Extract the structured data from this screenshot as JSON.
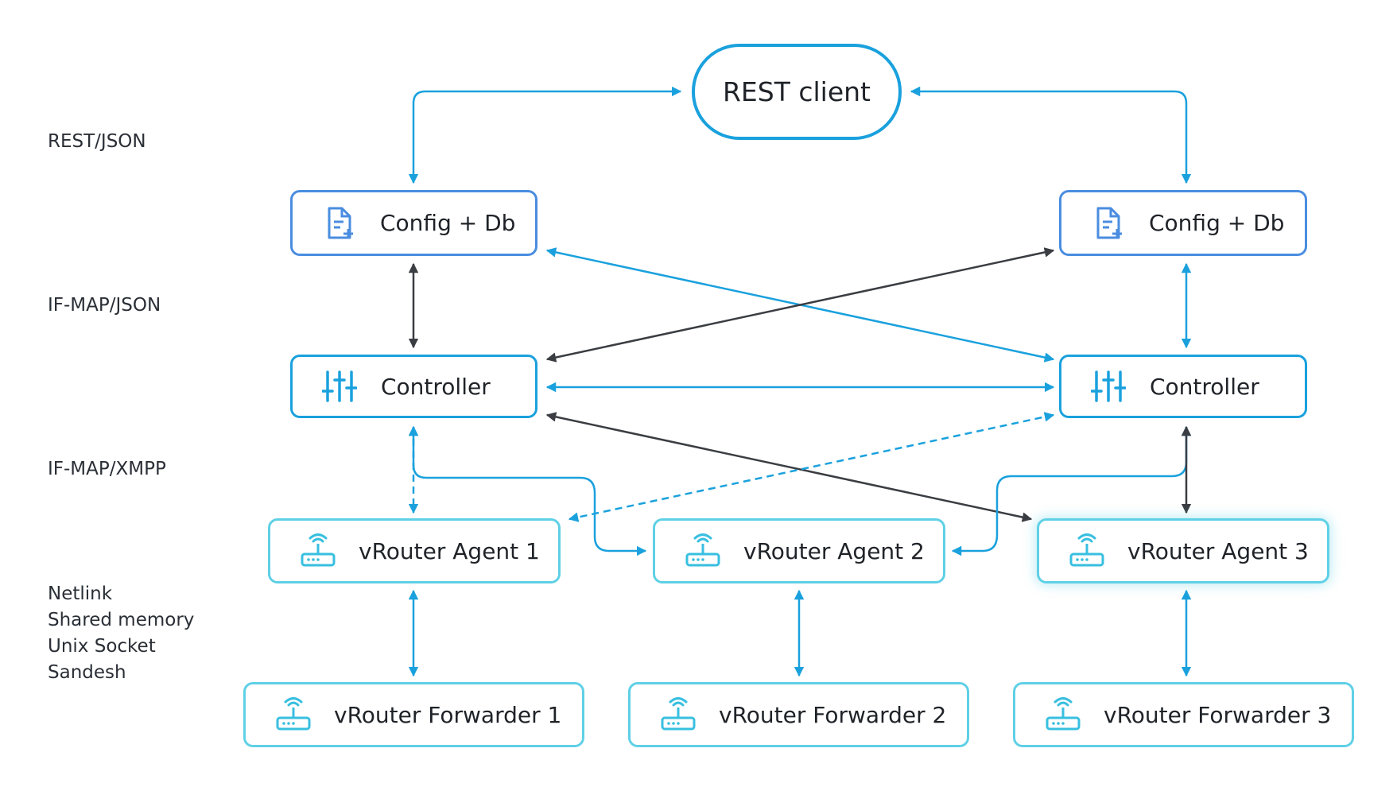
{
  "rest_client": {
    "label": "REST client"
  },
  "protocols": {
    "rest_json": "REST/JSON",
    "ifmap_json": "IF-MAP/JSON",
    "ifmap_xmpp": "IF-MAP/XMPP",
    "lower": [
      "Netlink",
      "Shared memory",
      "Unix Socket",
      "Sandesh"
    ]
  },
  "config_nodes": [
    {
      "label": "Config + Db",
      "icon": "document-plus-icon"
    },
    {
      "label": "Config + Db",
      "icon": "document-plus-icon"
    }
  ],
  "controllers": [
    {
      "label": "Controller",
      "icon": "sliders-icon"
    },
    {
      "label": "Controller",
      "icon": "sliders-icon"
    }
  ],
  "agents": [
    {
      "label": "vRouter Agent 1",
      "icon": "router-icon"
    },
    {
      "label": "vRouter Agent 2",
      "icon": "router-icon"
    },
    {
      "label": "vRouter Agent 3",
      "icon": "router-icon"
    }
  ],
  "forwarders": [
    {
      "label": "vRouter Forwarder 1",
      "icon": "router-icon"
    },
    {
      "label": "vRouter Forwarder 2",
      "icon": "router-icon"
    },
    {
      "label": "vRouter Forwarder 3",
      "icon": "router-icon"
    }
  ],
  "colors": {
    "config_border": "#4a8de0",
    "controller_border": "#1aa1dd",
    "agent_border": "#5fd0e6",
    "blue_arrow": "#1aa1dd",
    "dark_arrow": "#3a3d42"
  }
}
